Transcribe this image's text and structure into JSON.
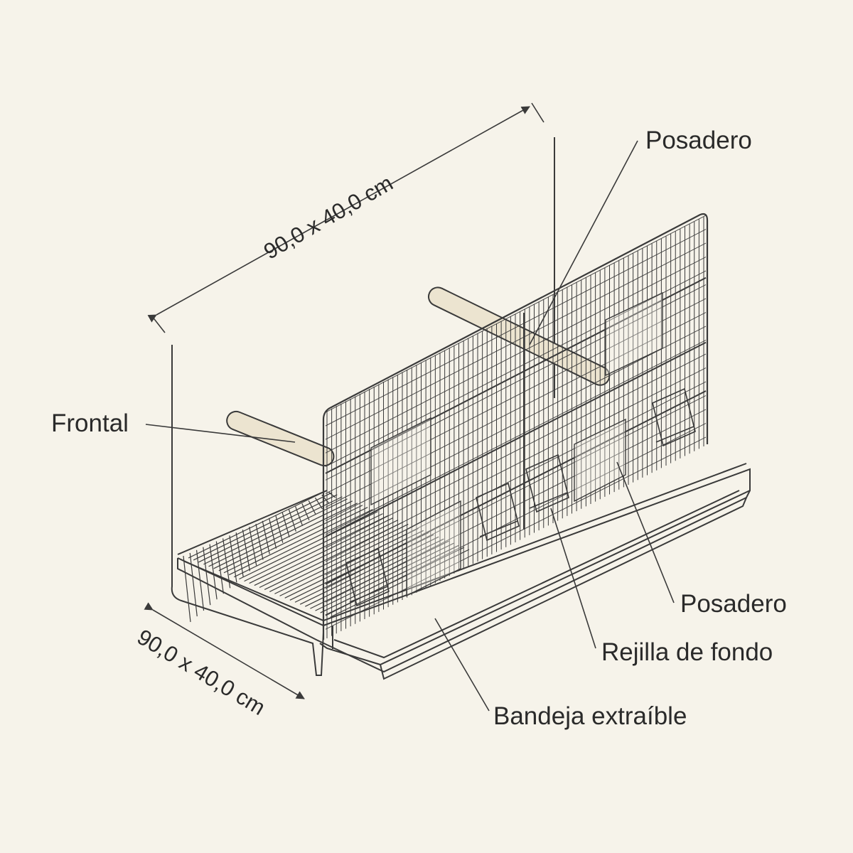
{
  "diagram": {
    "line_color": "#3a3a3a",
    "background": "#f6f3ea",
    "dimension_top": "90,0 x 40,0 cm",
    "dimension_bottom": "90,0 x 40,0 cm",
    "labels": {
      "posadero_top": "Posadero",
      "frontal": "Frontal",
      "posadero_right": "Posadero",
      "rejilla": "Rejilla de fondo",
      "bandeja": "Bandeja extraíble"
    }
  }
}
